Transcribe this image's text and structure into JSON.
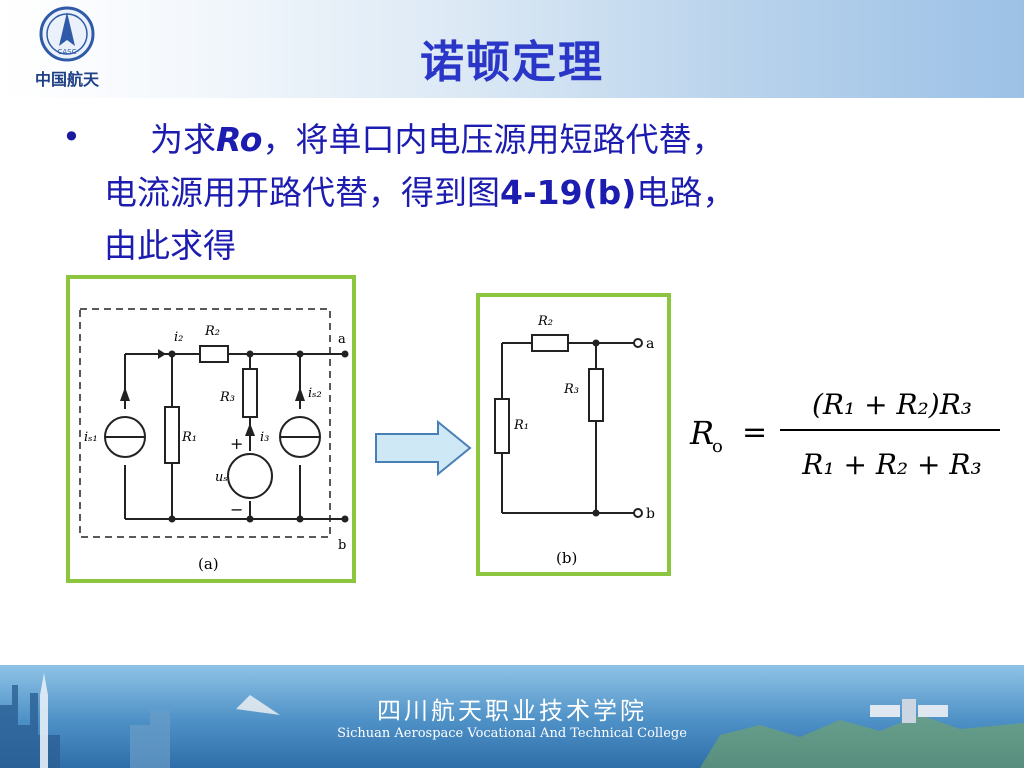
{
  "header": {
    "logo_text": "中国航天",
    "logo_badge": "CASC",
    "title": "诺顿定理"
  },
  "body": {
    "bullet": "•",
    "line1_a": "为求",
    "line1_ro": "Ro",
    "line1_b": "，将单口内电压源用短路代替，",
    "line2_a": "电流源用开路代替，得到图",
    "line2_fig": "4-19(b)",
    "line2_b": "电路，",
    "line3": "由此求得"
  },
  "circuit_a": {
    "caption": "(a)",
    "labels": {
      "i2": "i₂",
      "R2": "R₂",
      "a": "a",
      "b": "b",
      "is1": "iₛ₁",
      "R1": "R₁",
      "R3": "R₃",
      "i3": "i₃",
      "is2": "iₛ₂",
      "us": "uₛ",
      "plus": "+",
      "minus": "−"
    }
  },
  "circuit_b": {
    "caption": "(b)",
    "labels": {
      "R2": "R₂",
      "R3": "R₃",
      "R1": "R₁",
      "a": "a",
      "b": "b"
    }
  },
  "formula": {
    "lhs": "R",
    "lhs_sub": "o",
    "eq": "=",
    "num": "(R₁ + R₂)R₃",
    "den": "R₁ + R₂ + R₃"
  },
  "footer": {
    "name": "四川航天职业技术学院",
    "english": "Sichuan Aerospace Vocational And Technical College"
  },
  "colors": {
    "title": "#2a36c8",
    "text": "#1c1cb0",
    "panel_border": "#8cc63f",
    "footer": "#4d90c6"
  }
}
